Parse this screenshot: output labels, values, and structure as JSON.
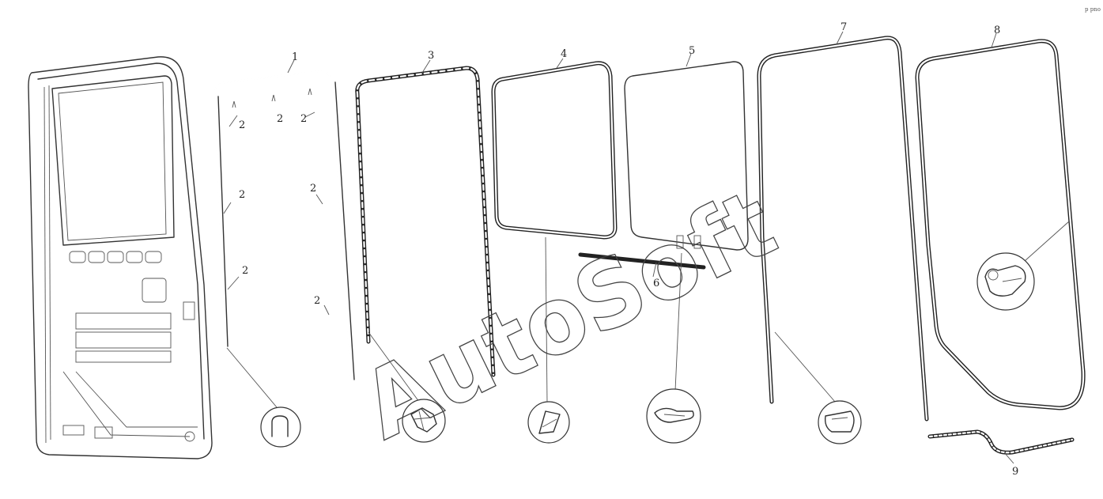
{
  "watermark": {
    "text": "AutoSoft"
  },
  "callouts": {
    "p1": "1",
    "p2a": "2",
    "p2b": "2",
    "p2c": "2",
    "p2d": "2",
    "p2e": "2",
    "p2f": "2",
    "p2g": "2",
    "p3": "3",
    "p4": "4",
    "p5": "5",
    "p6": "6",
    "p7": "7",
    "p8": "8",
    "p9": "9"
  },
  "corner_mark": "p pno"
}
